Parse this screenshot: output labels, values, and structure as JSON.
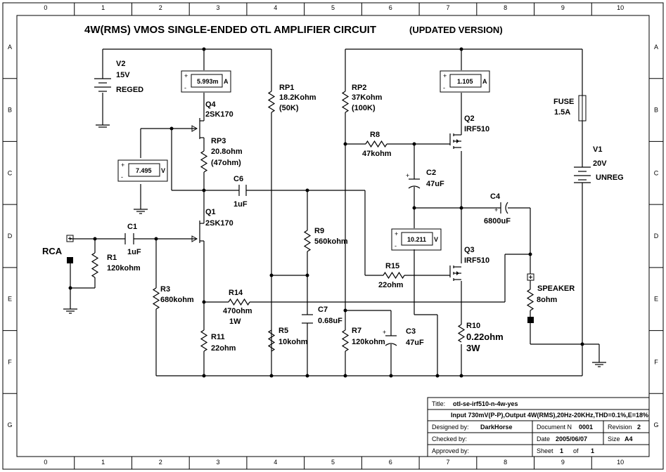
{
  "title": "4W(RMS) VMOS SINGLE-ENDED OTL AMPLIFIER CIRCUIT",
  "subtitle": "(UPDATED VERSION)",
  "grid_cols": [
    "0",
    "1",
    "2",
    "3",
    "4",
    "5",
    "6",
    "7",
    "8",
    "9",
    "10"
  ],
  "grid_rows": [
    "A",
    "B",
    "C",
    "D",
    "E",
    "F",
    "G"
  ],
  "components": {
    "v2": {
      "name": "V2",
      "value": "15V",
      "note": "REGED"
    },
    "v1": {
      "name": "V1",
      "value": "20V",
      "note": "UNREG"
    },
    "q4": {
      "name": "Q4",
      "part": "2SK170"
    },
    "q1": {
      "name": "Q1",
      "part": "2SK170"
    },
    "q2": {
      "name": "Q2",
      "part": "IRF510"
    },
    "q3": {
      "name": "Q3",
      "part": "IRF510"
    },
    "rp1": {
      "name": "RP1",
      "value": "18.2Kohm",
      "note": "(50K)"
    },
    "rp2": {
      "name": "RP2",
      "value": "37Kohm",
      "note": "(100K)"
    },
    "rp3": {
      "name": "RP3",
      "value": "20.8ohm",
      "note": "(47ohm)"
    },
    "r1": {
      "name": "R1",
      "value": "120kohm"
    },
    "r3": {
      "name": "R3",
      "value": "680kohm"
    },
    "r5": {
      "name": "R5",
      "value": "10kohm"
    },
    "r7": {
      "name": "R7",
      "value": "120kohm"
    },
    "r8": {
      "name": "R8",
      "value": "47kohm"
    },
    "r9": {
      "name": "R9",
      "value": "560kohm"
    },
    "r10": {
      "name": "R10",
      "value": "0.22ohm",
      "note": "3W"
    },
    "r11": {
      "name": "R11",
      "value": "22ohm"
    },
    "r14": {
      "name": "R14",
      "value": "470ohm",
      "note": "1W"
    },
    "r15": {
      "name": "R15",
      "value": "22ohm"
    },
    "c1": {
      "name": "C1",
      "value": "1uF"
    },
    "c2": {
      "name": "C2",
      "value": "47uF"
    },
    "c3": {
      "name": "C3",
      "value": "47uF"
    },
    "c4": {
      "name": "C4",
      "value": "6800uF"
    },
    "c6": {
      "name": "C6",
      "value": "1uF"
    },
    "c7": {
      "name": "C7",
      "value": "0.68uF"
    },
    "fuse": {
      "name": "FUSE",
      "value": "1.5A"
    },
    "speaker": {
      "name": "SPEAKER",
      "value": "8ohm"
    },
    "rca": {
      "name": "RCA"
    }
  },
  "meters": {
    "m1": {
      "value": "5.993m",
      "unit": "A"
    },
    "m2": {
      "value": "7.495",
      "unit": "V"
    },
    "m3": {
      "value": "1.105",
      "unit": "A"
    },
    "m4": {
      "value": "10.211",
      "unit": "V"
    }
  },
  "title_block": {
    "title_label": "Title:",
    "title_value": "otl-se-irf510-n-4w-yes",
    "spec": "Input 730mV(P-P),Output 4W(RMS),20Hz-20KHz,THD=0.1%,E=18%",
    "designed_label": "Designed by:",
    "designed_value": "DarkHorse",
    "docnum_label": "Document N",
    "docnum_value": "0001",
    "revision_label": "Revision",
    "revision_value": "2",
    "checked_label": "Checked by:",
    "date_label": "Date",
    "date_value": "2005/06/07",
    "size_label": "Size",
    "size_value": "A4",
    "approved_label": "Approved by:",
    "sheet_label": "Sheet",
    "sheet_value": "1",
    "of_label": "of",
    "of_value": "1"
  }
}
